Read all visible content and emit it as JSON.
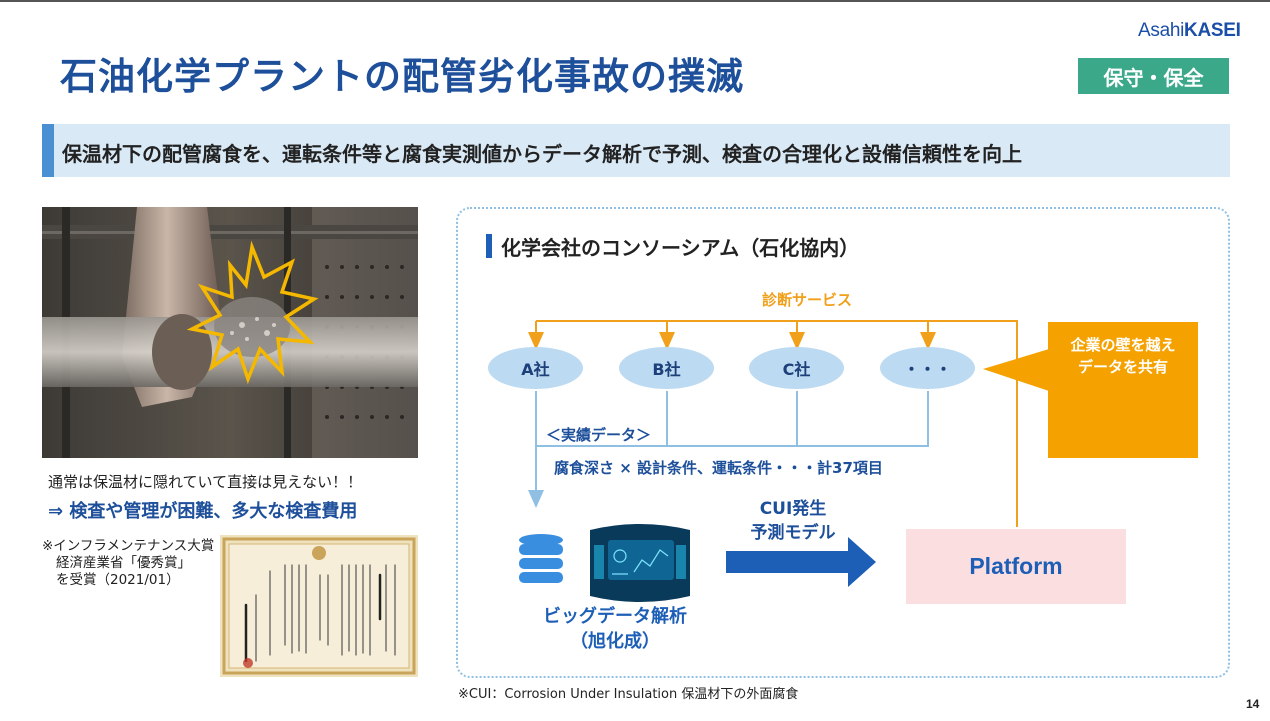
{
  "brand": {
    "logo_prefix": "Asahi",
    "logo_suffix": "KASEI"
  },
  "header": {
    "title": "石油化学プラントの配管劣化事故の撲滅",
    "badge": "保守・保全"
  },
  "summary": "保温材下の配管腐食を、運転条件等と腐食実測値からデータ解析で予測、検査の合理化と設備信頼性を向上",
  "left": {
    "note": "通常は保温材に隠れていて直接は見えない！！",
    "emphasis": "⇒ 検査や管理が困難、多大な検査費用",
    "award_lines": [
      "※インフラメンテナンス大賞",
      "経済産業省「優秀賞」",
      "を受賞（2021/01）"
    ]
  },
  "consortium": {
    "title": "化学会社のコンソーシアム（石化協内）",
    "service_label": "診断サービス",
    "companies": [
      "A社",
      "B社",
      "C社",
      "・・・"
    ],
    "actual_label": "＜実績データ＞",
    "items_label": "腐食深さ × 設計条件、運転条件・・・計37項目",
    "share_lines": [
      "企業の壁を越え",
      "データを共有"
    ],
    "bigdata_lines": [
      "ビッグデータ解析",
      "（旭化成）"
    ],
    "model_lines": [
      "CUI発生",
      "予測モデル"
    ],
    "platform_label": "Platform"
  },
  "footnote": "※CUI：Corrosion Under Insulation  保温材下の外面腐食",
  "page_number": "14",
  "colors": {
    "title_blue": "#1d4f9a",
    "badge_green": "#3aa889",
    "service_orange": "#f0a01a",
    "share_orange": "#f5a200",
    "company_blue": "#bcdaf1",
    "platform_pink": "#fbdee0"
  }
}
